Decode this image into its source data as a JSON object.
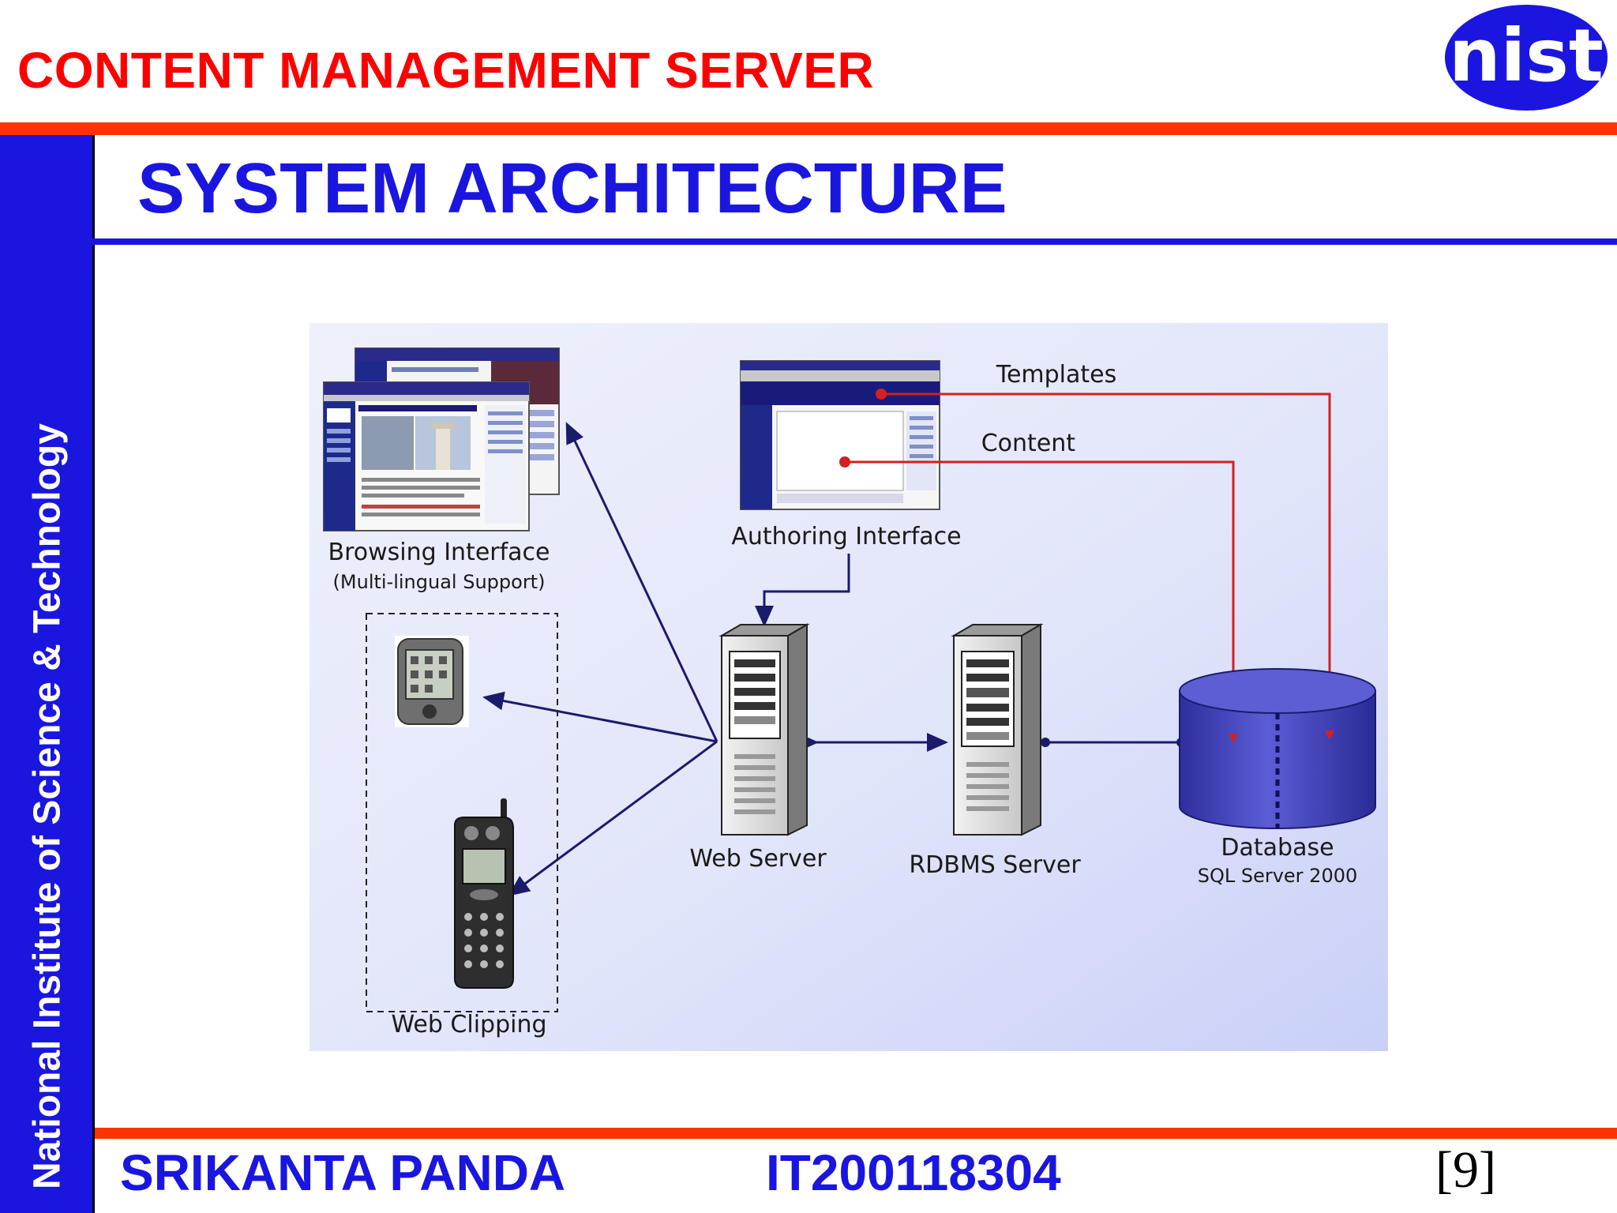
{
  "header": {
    "title": "CONTENT MANAGEMENT SERVER",
    "logo_text": "nist"
  },
  "sidebar": {
    "text": "National Institute of Science & Technology"
  },
  "section": {
    "title": "SYSTEM ARCHITECTURE"
  },
  "diagram": {
    "browsing_label": "Browsing Interface",
    "browsing_sub": "(Multi-lingual Support)",
    "authoring_label": "Authoring Interface",
    "templates_label": "Templates",
    "content_label": "Content",
    "web_server_label": "Web Server",
    "rdbms_label": "RDBMS Server",
    "database_label": "Database",
    "database_sub": "SQL Server 2000",
    "web_clipping_label": "Web Clipping",
    "colors": {
      "arrow_navy": "#1b1b6b",
      "arrow_red": "#d42020",
      "db_blue": "#4a4ac8",
      "bg_light": "#e6e9fa"
    }
  },
  "footer": {
    "name": "SRIKANTA PANDA",
    "id": "IT200118304",
    "page": "[9]"
  }
}
